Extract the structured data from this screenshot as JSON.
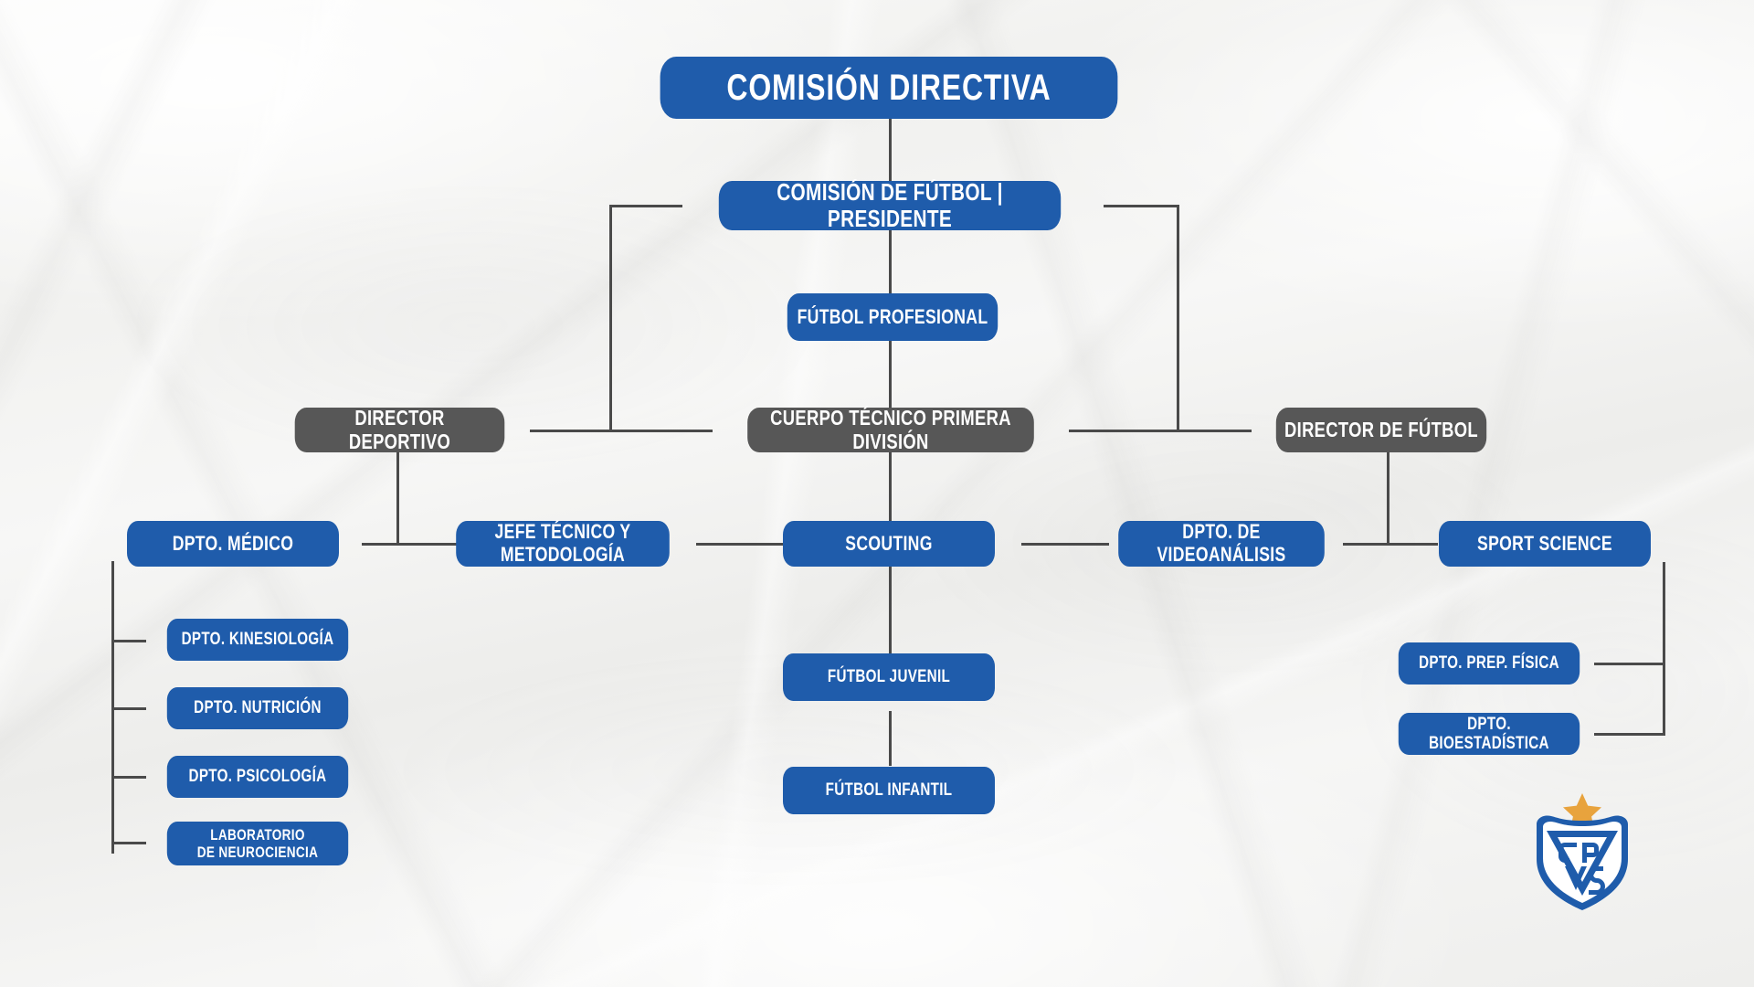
{
  "theme": {
    "blue": "#1f5cab",
    "gray": "#575757",
    "line": "#4a4a4a",
    "text": "#ffffff",
    "background": "#f4f4f2",
    "star": "#e8a33d"
  },
  "chart": {
    "type": "org-chart",
    "title": "COMISIÓN DIRECTIVA",
    "nodes": [
      {
        "id": "comision-directiva",
        "label": "COMISIÓN DIRECTIVA",
        "color": "blue",
        "level": 0
      },
      {
        "id": "comision-futbol",
        "label": "COMISIÓN DE FÚTBOL | PRESIDENTE",
        "color": "blue",
        "level": 1
      },
      {
        "id": "futbol-profesional",
        "label": "FÚTBOL PROFESIONAL",
        "color": "blue",
        "level": 2
      },
      {
        "id": "director-deportivo",
        "label": "DIRECTOR DEPORTIVO",
        "color": "gray",
        "level": 3
      },
      {
        "id": "cuerpo-tecnico",
        "label": "CUERPO TÉCNICO PRIMERA DIVISIÓN",
        "color": "gray",
        "level": 3
      },
      {
        "id": "director-futbol",
        "label": "DIRECTOR DE FÚTBOL",
        "color": "gray",
        "level": 3
      },
      {
        "id": "dpto-medico",
        "label": "DPTO. MÉDICO",
        "color": "blue",
        "level": 4
      },
      {
        "id": "jefe-tecnico",
        "label": "JEFE TÉCNICO Y METODOLOGÍA",
        "color": "blue",
        "level": 4
      },
      {
        "id": "scouting",
        "label": "SCOUTING",
        "color": "blue",
        "level": 4
      },
      {
        "id": "dpto-videoanalisis",
        "label": "DPTO. DE VIDEOANÁLISIS",
        "color": "blue",
        "level": 4
      },
      {
        "id": "sport-science",
        "label": "SPORT SCIENCE",
        "color": "blue",
        "level": 4
      },
      {
        "id": "dpto-kinesiologia",
        "label": "DPTO. KINESIOLOGÍA",
        "color": "blue",
        "level": 5
      },
      {
        "id": "dpto-nutricion",
        "label": "DPTO. NUTRICIÓN",
        "color": "blue",
        "level": 5
      },
      {
        "id": "dpto-psicologia",
        "label": "DPTO. PSICOLOGÍA",
        "color": "blue",
        "level": 5
      },
      {
        "id": "laboratorio-neuro",
        "label": "LABORATORIO\nDE NEUROCIENCIA",
        "color": "blue",
        "level": 5
      },
      {
        "id": "futbol-juvenil",
        "label": "FÚTBOL JUVENIL",
        "color": "blue",
        "level": 5
      },
      {
        "id": "futbol-infantil",
        "label": "FÚTBOL INFANTIL",
        "color": "blue",
        "level": 5
      },
      {
        "id": "dpto-prep-fisica",
        "label": "DPTO. PREP. FÍSICA",
        "color": "blue",
        "level": 5
      },
      {
        "id": "dpto-bioestadistica",
        "label": "DPTO. BIOESTADÍSTICA",
        "color": "blue",
        "level": 5
      }
    ],
    "edges": [
      {
        "from": "comision-directiva",
        "to": "comision-futbol"
      },
      {
        "from": "comision-futbol",
        "to": "futbol-profesional"
      },
      {
        "from": "comision-futbol",
        "to": "director-deportivo"
      },
      {
        "from": "comision-futbol",
        "to": "director-futbol"
      },
      {
        "from": "futbol-profesional",
        "to": "cuerpo-tecnico"
      },
      {
        "from": "director-deportivo",
        "to": "dpto-medico"
      },
      {
        "from": "director-deportivo",
        "to": "jefe-tecnico"
      },
      {
        "from": "cuerpo-tecnico",
        "to": "jefe-tecnico"
      },
      {
        "from": "cuerpo-tecnico",
        "to": "scouting"
      },
      {
        "from": "cuerpo-tecnico",
        "to": "dpto-videoanalisis"
      },
      {
        "from": "director-futbol",
        "to": "dpto-videoanalisis"
      },
      {
        "from": "director-futbol",
        "to": "sport-science"
      },
      {
        "from": "dpto-medico",
        "to": "dpto-kinesiologia"
      },
      {
        "from": "dpto-medico",
        "to": "dpto-nutricion"
      },
      {
        "from": "dpto-medico",
        "to": "dpto-psicologia"
      },
      {
        "from": "dpto-medico",
        "to": "laboratorio-neuro"
      },
      {
        "from": "scouting",
        "to": "futbol-juvenil"
      },
      {
        "from": "futbol-juvenil",
        "to": "futbol-infantil"
      },
      {
        "from": "sport-science",
        "to": "dpto-prep-fisica"
      },
      {
        "from": "sport-science",
        "to": "dpto-bioestadistica"
      }
    ]
  },
  "crest": {
    "name": "club-atletico-velez-sarsfield-crest",
    "letters_top": "CA",
    "letters_bottom": "VS",
    "star": "★"
  }
}
